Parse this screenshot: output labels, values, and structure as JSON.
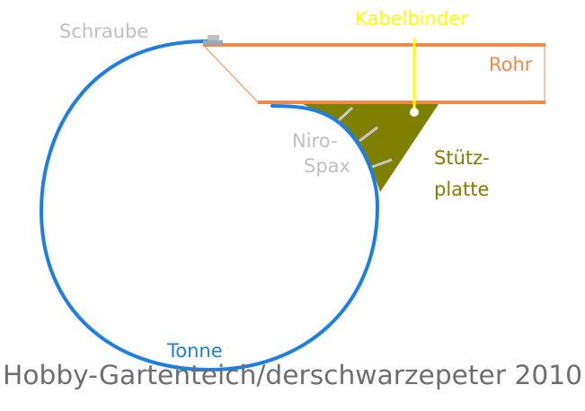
{
  "labels": {
    "schraube": "Schraube",
    "kabelbinder": "Kabelbinder",
    "rohr": "Rohr",
    "niro_line1": "Niro-",
    "niro_line2": "Spax",
    "stuetz_line1": "Stütz-",
    "stuetz_line2": "platte",
    "tonne": "Tonne"
  },
  "credit": "Hobby-Gartenteich/derschwarzepeter 2010",
  "colors": {
    "background": "#ffffff",
    "tonne": "#1e7fe0",
    "rohr": "#f08a4b",
    "kabelbinder": "#ffff00",
    "stuetzplatte": "#7f7f00",
    "schraube": "#c0c0c0",
    "credit": "#6e6e6e"
  }
}
